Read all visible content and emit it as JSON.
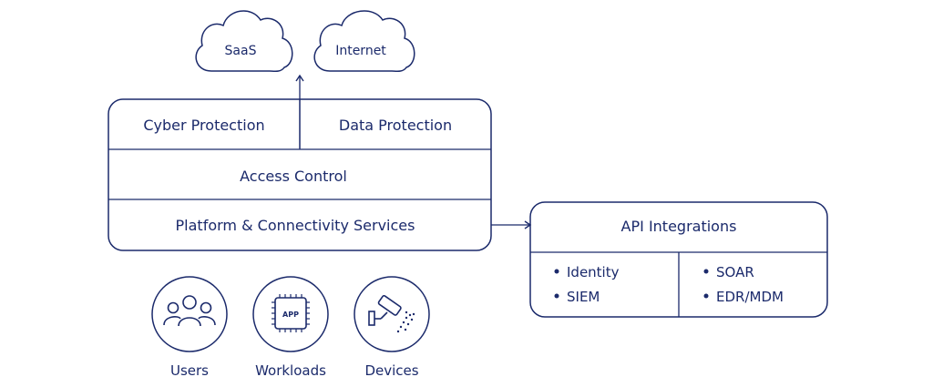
{
  "clouds": {
    "saas": "SaaS",
    "internet": "Internet"
  },
  "platform": {
    "cyber_protection": "Cyber Protection",
    "data_protection": "Data Protection",
    "access_control": "Access Control",
    "connectivity": "Platform & Connectivity Services"
  },
  "api": {
    "title": "API Integrations",
    "left_items": [
      "Identity",
      "SIEM"
    ],
    "right_items": [
      "SOAR",
      "EDR/MDM"
    ]
  },
  "endpoints": {
    "users": {
      "label": "Users",
      "icon": "users-icon"
    },
    "workloads": {
      "label": "Workloads",
      "icon": "app-chip-icon",
      "badge": "APP"
    },
    "devices": {
      "label": "Devices",
      "icon": "security-camera-icon"
    }
  },
  "colors": {
    "ink": "#1b2a6b",
    "background": "#ffffff"
  }
}
